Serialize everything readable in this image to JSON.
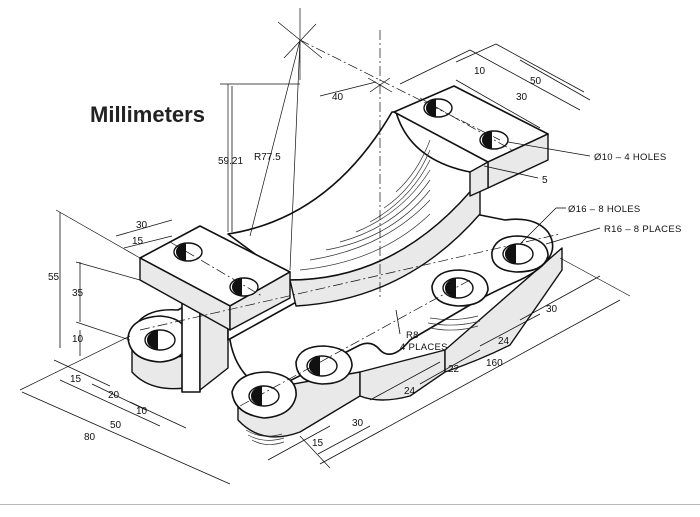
{
  "title": "Millimeters",
  "dimensions": {
    "d10_top": "10",
    "d50": "50",
    "d30_top": "30",
    "d40": "40",
    "d59": "59.21",
    "r77": "R77.5",
    "d30_left": "30",
    "d15_left": "15",
    "d55": "55",
    "d35": "35",
    "d10_left": "10",
    "d15_low": "15",
    "d20": "20",
    "d10_low": "10",
    "d50_low": "50",
    "d80": "80",
    "d15_bottom": "15",
    "d30_bottom": "30",
    "d24_a": "24",
    "d22": "22",
    "d160": "160",
    "d24_b": "24",
    "d30_right": "30",
    "d5": "5"
  },
  "labels": {
    "holes4": "Ø10 – 4 HOLES",
    "holes8": "Ø16 – 8 HOLES",
    "r16": "R16 – 8 PLACES",
    "r8": "R8",
    "places4": "4 PLACES"
  }
}
